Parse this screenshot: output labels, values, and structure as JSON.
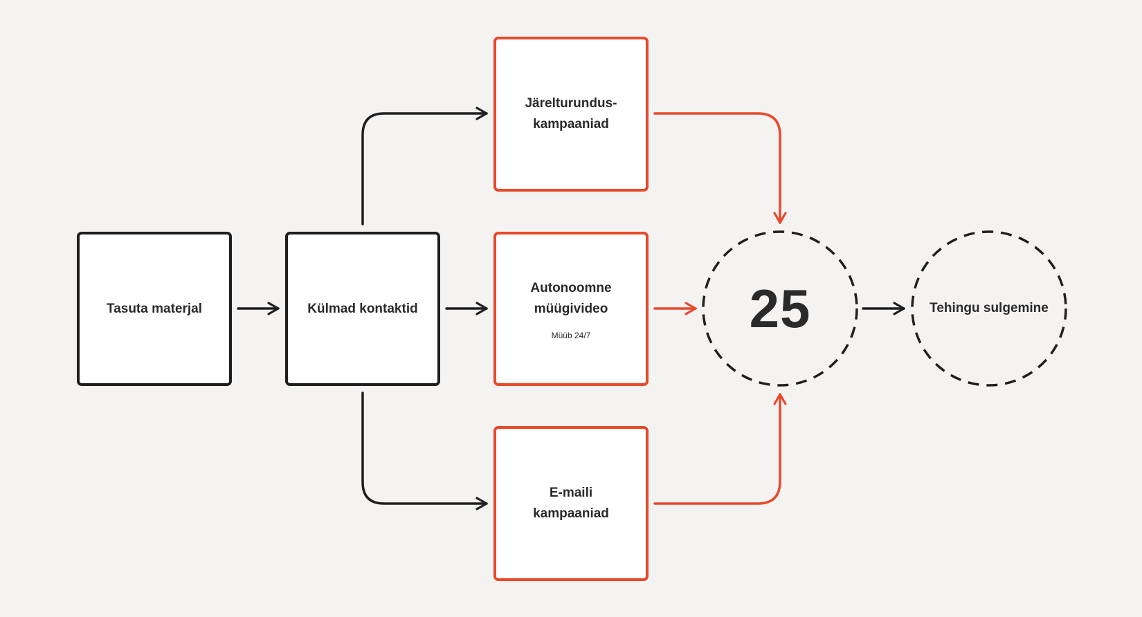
{
  "colors": {
    "background": "#f5f2f2",
    "dark": "#1f1f1f",
    "accent": "#e8492a",
    "text": "#2a2a2a"
  },
  "nodes": {
    "free_material": {
      "label": "Tasuta materjal"
    },
    "cold_contacts": {
      "label": "Külmad kontaktid"
    },
    "retargeting": {
      "label": "Järelturundus-kampaaniad"
    },
    "sales_video": {
      "label": "Autonoomne müügivideo",
      "sublabel": "Müüb 24/7"
    },
    "email": {
      "label": "E-maili kampaaniad"
    },
    "hub": {
      "value": "25"
    },
    "closing": {
      "label": "Tehingu sulgemine"
    }
  }
}
